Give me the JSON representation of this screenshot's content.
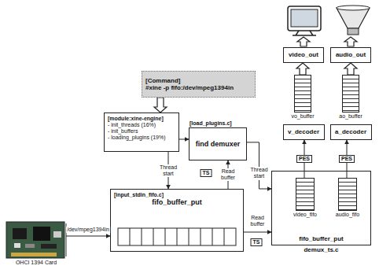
{
  "diagram": {
    "nodes": [
      {
        "text": [
          "[Command]",
          "#xine -p fifo:/dev/mpeg1394in"
        ]
      },
      {
        "text": [
          "[module:xine-engine]",
          "- init_threads (16%)",
          "- init_buffers",
          "- loading_plugins (19%)"
        ]
      },
      {
        "text": [
          "[load_plugins.c]",
          "find demuxer"
        ]
      },
      {
        "text": [
          "[input_stdin_fifo.c]",
          "fifo_buffer_put"
        ]
      },
      {
        "text": [
          "OHCI 1394 Card"
        ]
      },
      {
        "text": [
          "video_out"
        ]
      },
      {
        "text": [
          "audio_out"
        ]
      },
      {
        "text": [
          "vo_buffer"
        ]
      },
      {
        "text": [
          "ao_buffer"
        ]
      },
      {
        "text": [
          "v_decoder"
        ]
      },
      {
        "text": [
          "a_decoder"
        ]
      },
      {
        "text": [
          "fifo_buffer_put",
          "demux_ts.c"
        ]
      },
      {
        "text": [
          "video_fifo"
        ],
        "in": 11
      },
      {
        "text": [
          "audio_fifo"
        ],
        "in": 11
      }
    ],
    "edges": [
      {
        "from": 0,
        "to": 1,
        "arrow": "to"
      },
      {
        "from": 1,
        "to": 2,
        "arrow": "to"
      },
      {
        "from": 1,
        "to": 3,
        "label": "Thread start",
        "arrow": "to"
      },
      {
        "from": 3,
        "to": 2,
        "label": "Read buffer",
        "arrow": "to"
      },
      {
        "from": 4,
        "to": 3,
        "label": "/dev/mpeg1394in",
        "arrow": "to"
      },
      {
        "from": 2,
        "to": 11,
        "label": "Thread start",
        "arrow": "to"
      },
      {
        "from": 3,
        "to": 11,
        "label": "Read buffer",
        "arrow": "to"
      },
      {
        "from": 12,
        "to": 9,
        "label": "PES",
        "arrow": "to"
      },
      {
        "from": 13,
        "to": 10,
        "label": "PES",
        "arrow": "to"
      },
      {
        "from": 7,
        "to": 5,
        "arrow": "to"
      },
      {
        "from": 8,
        "to": 6,
        "arrow": "to"
      }
    ],
    "labels": [
      "TS",
      "TS"
    ]
  }
}
